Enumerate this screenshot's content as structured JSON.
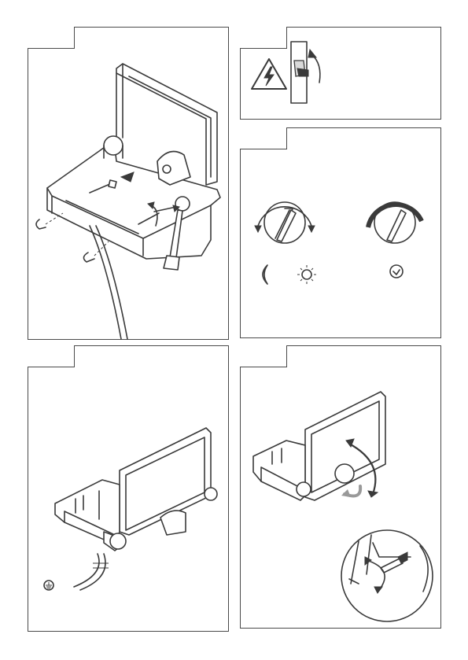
{
  "panels": [
    {
      "id": "p1",
      "step_label": ""
    },
    {
      "id": "p2",
      "step_label": ""
    },
    {
      "id": "p3",
      "step_label": ""
    },
    {
      "id": "p4",
      "step_label": ""
    },
    {
      "id": "p5",
      "step_label": ""
    }
  ],
  "icons": {
    "warning": "electric-shock-warning-icon",
    "switch": "circuit-breaker-icon",
    "moon": "night-mode-icon",
    "sun": "day-mode-icon",
    "check": "confirm-icon",
    "ground": "ground-icon"
  },
  "colors": {
    "line": "#3a3a3a",
    "accent_gray": "#999999",
    "fill_gray": "#d9d9d9"
  }
}
